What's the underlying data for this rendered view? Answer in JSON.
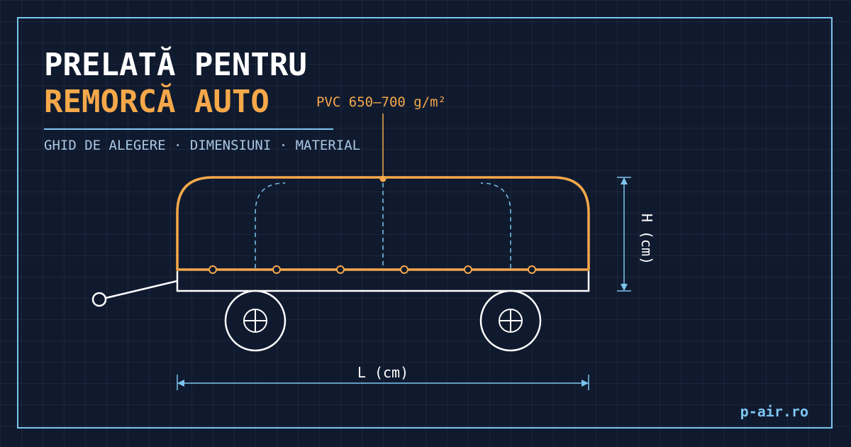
{
  "header": {
    "title_line1": "PRELATĂ PENTRU",
    "title_line2": "REMORCĂ AUTO",
    "subtitle": "GHID DE ALEGERE · DIMENSIUNI · MATERIAL"
  },
  "diagram": {
    "material_label": "PVC 650–700 g/m²",
    "length_label": "L (cm)",
    "height_label": "H (cm)"
  },
  "brand": "p-air.ro",
  "colors": {
    "background": "#101a2e",
    "accent": "#f5a84a",
    "line": "#7cc4f0",
    "trailer": "#ffffff"
  }
}
